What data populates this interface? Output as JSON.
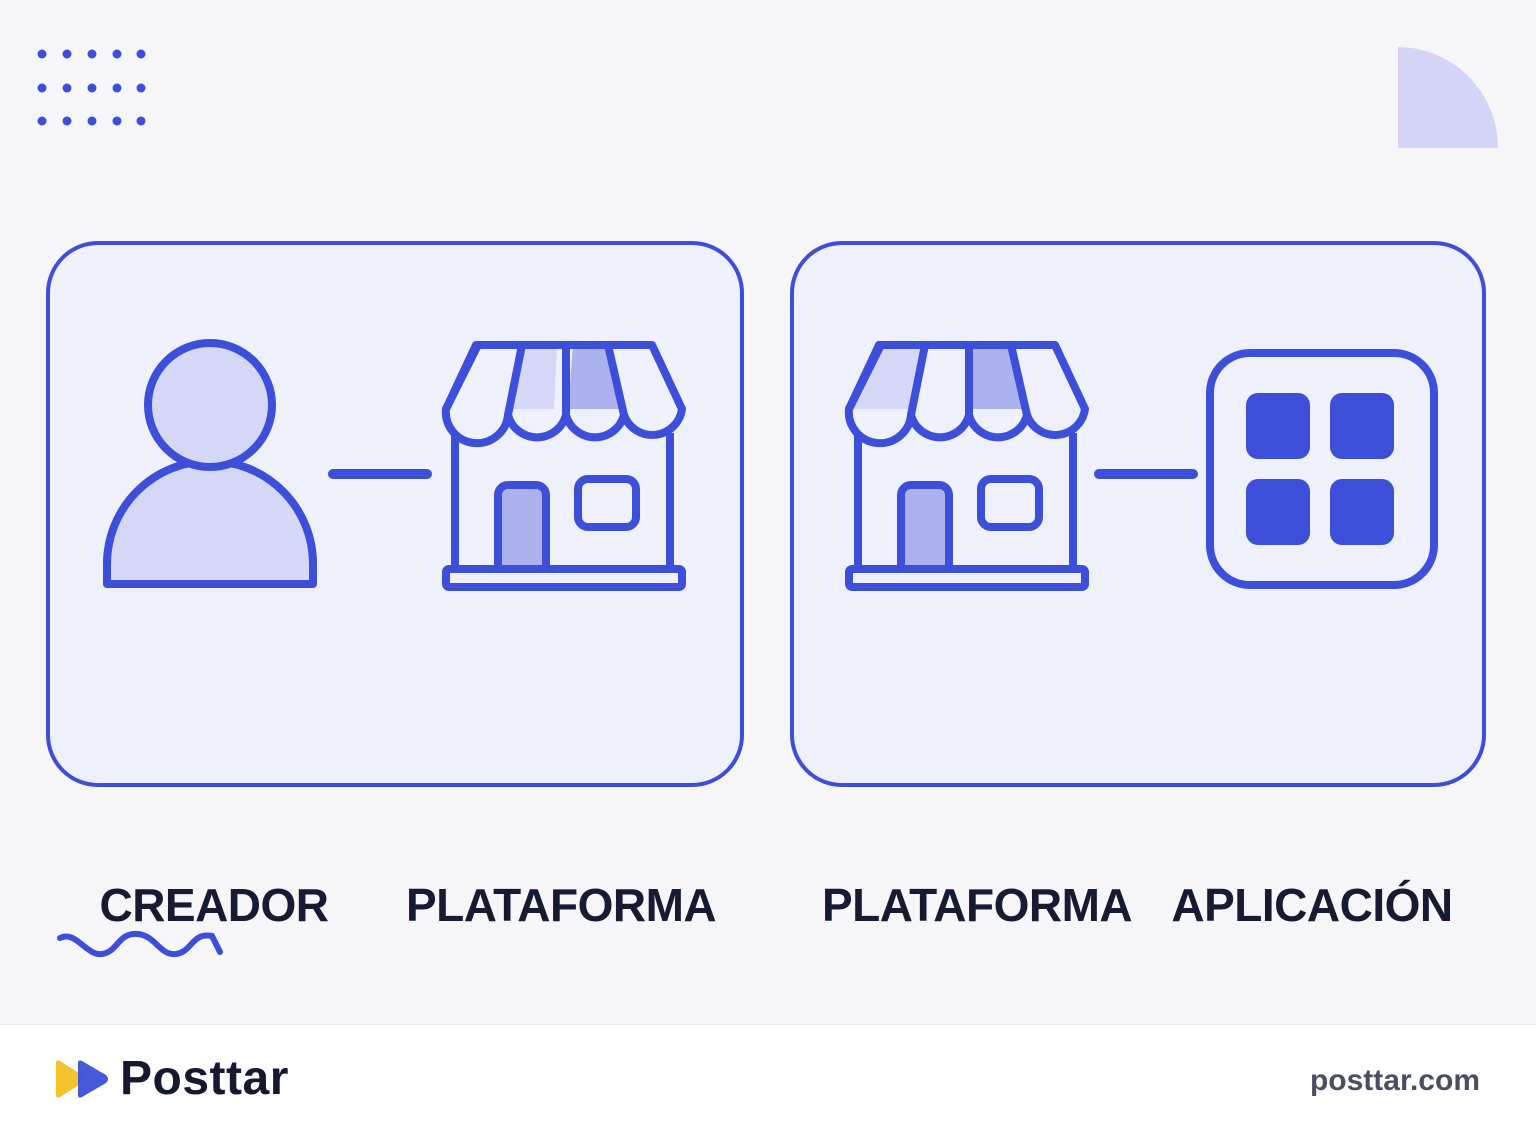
{
  "panels": [
    {
      "items": [
        {
          "label": "CREADOR",
          "icon": "person-icon"
        },
        {
          "label": "PLATAFORMA",
          "icon": "storefront-icon"
        }
      ]
    },
    {
      "items": [
        {
          "label": "PLATAFORMA",
          "icon": "storefront-icon"
        },
        {
          "label": "APLICACIÓN",
          "icon": "app-grid-icon"
        }
      ]
    }
  ],
  "footer": {
    "brand_name": "Posttar",
    "url": "posttar.com"
  },
  "colors": {
    "accent": "#3d4fd8",
    "accent_light": "#d4d7f6",
    "accent_mid": "#aab1ec",
    "background": "#f6f6f9",
    "panel_fill": "#eef0fb",
    "text": "#161a33",
    "logo_yellow": "#f5c22e"
  }
}
